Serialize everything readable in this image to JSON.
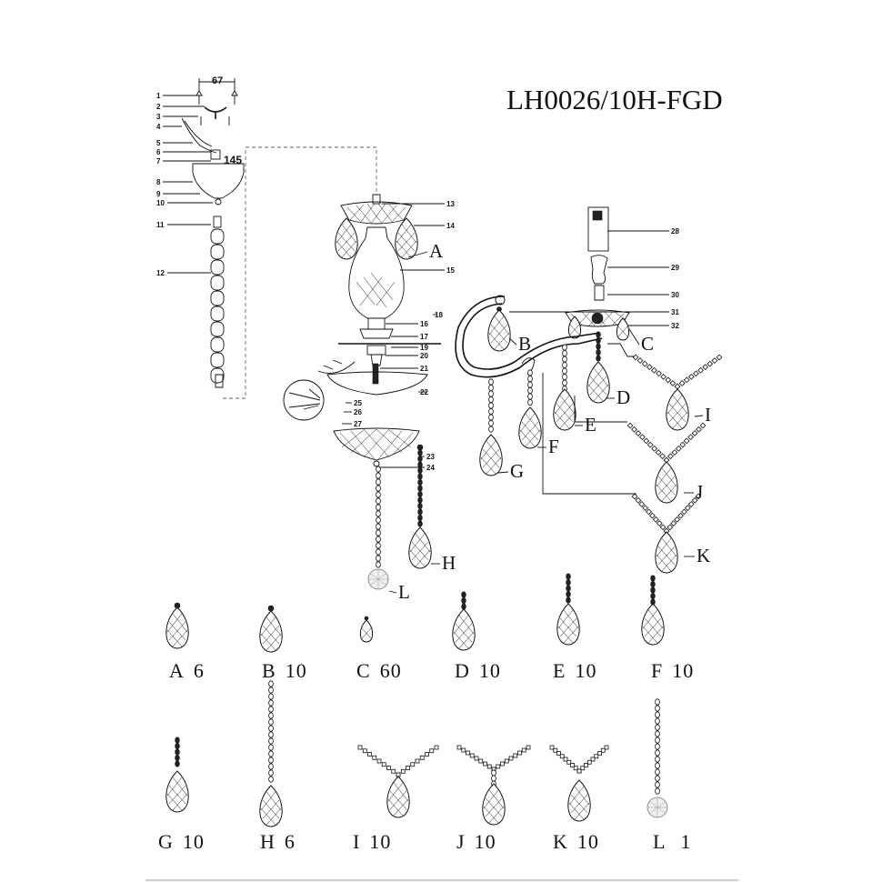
{
  "model": "LH0026/10H-FGD",
  "dimensions": {
    "top": "67",
    "canopy": "145"
  },
  "part_numbers": [
    "1",
    "2",
    "3",
    "4",
    "5",
    "6",
    "7",
    "8",
    "9",
    "10",
    "11",
    "12",
    "13",
    "14",
    "15",
    "16",
    "17",
    "18",
    "19",
    "20",
    "21",
    "22",
    "23",
    "24",
    "25",
    "26",
    "27",
    "28",
    "29",
    "30",
    "31",
    "32"
  ],
  "callout_letters": [
    "A",
    "B",
    "C",
    "D",
    "E",
    "F",
    "G",
    "H",
    "I",
    "J",
    "K",
    "L"
  ],
  "crystal_key": [
    {
      "letter": "A",
      "qty": "6"
    },
    {
      "letter": "B",
      "qty": "10"
    },
    {
      "letter": "C",
      "qty": "60"
    },
    {
      "letter": "D",
      "qty": "10"
    },
    {
      "letter": "E",
      "qty": "10"
    },
    {
      "letter": "F",
      "qty": "10"
    },
    {
      "letter": "G",
      "qty": "10"
    },
    {
      "letter": "H",
      "qty": "6"
    },
    {
      "letter": "I",
      "qty": "10"
    },
    {
      "letter": "J",
      "qty": "10"
    },
    {
      "letter": "K",
      "qty": "10"
    },
    {
      "letter": "L",
      "qty": "1"
    }
  ]
}
